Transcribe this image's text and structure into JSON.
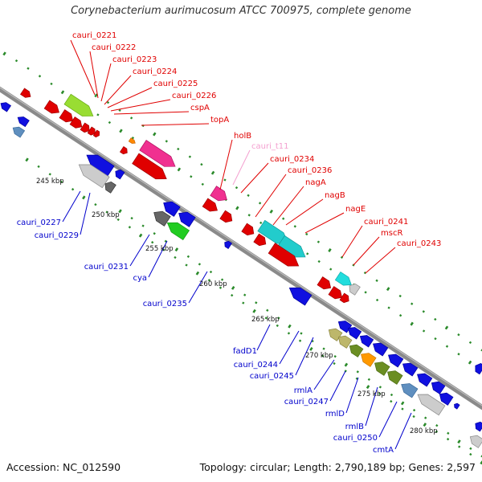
{
  "title": "Corynebacterium aurimucosum ATCC 700975, complete genome",
  "accession": "Accession: NC_012590",
  "summary": "Topology: circular; Length: 2,790,189 bp; Genes: 2,597",
  "colors": {
    "forward_label": "#e00000",
    "reverse_label": "#0000cc",
    "trna_label": "#f4a0d0",
    "backbone": "#8a8a8a",
    "tick_dots": "#2a8a2a"
  },
  "kbp_ticks": [
    "245 kbp",
    "250 kbp",
    "255 kbp",
    "260 kbp",
    "265 kbp",
    "270 kbp",
    "275 kbp",
    "280 kbp"
  ],
  "forward_labels": [
    "cauri_0221",
    "cauri_0222",
    "cauri_0223",
    "cauri_0224",
    "cauri_0225",
    "cauri_0226",
    "cspA",
    "topA",
    "holB",
    "cauri_t11",
    "cauri_0234",
    "cauri_0236",
    "nagA",
    "nagB",
    "nagE",
    "cauri_0241",
    "mscR",
    "cauri_0243"
  ],
  "reverse_labels": [
    "cauri_0227",
    "cauri_0229",
    "cauri_0231",
    "cya",
    "cauri_0235",
    "fadD1",
    "cauri_0244",
    "cauri_0245",
    "rmlA",
    "cauri_0247",
    "rmlD",
    "rmlB",
    "cauri_0250",
    "cmtA"
  ]
}
